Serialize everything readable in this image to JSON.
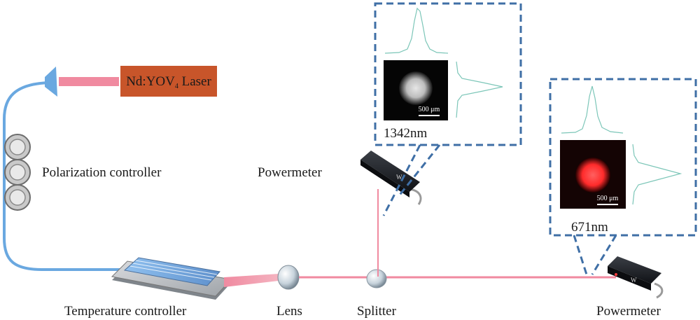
{
  "labels": {
    "laser": "Nd:YOV",
    "laser_subscript": "4",
    "laser_suffix": " Laser",
    "polarization_controller": "Polarization controller",
    "temperature_controller": "Temperature controller",
    "lens": "Lens",
    "splitter": "Splitter",
    "powermeter_top": "Powermeter",
    "powermeter_bottom": "Powermeter"
  },
  "insets": {
    "beam_1342": {
      "wavelength": "1342nm",
      "scale_bar": "500 μm",
      "spot_color": "#d9d9d9"
    },
    "beam_671": {
      "wavelength": "671nm",
      "scale_bar": "500 μm",
      "spot_color": "#ff3b3b"
    }
  },
  "powermeter_glyph": "W",
  "colors": {
    "laser_box": "#c8552a",
    "fiber": "#6aa8e0",
    "beam_pink": "#f08aa0",
    "inset_border": "#3f6fa6",
    "profile_line": "#7cc6b8"
  }
}
